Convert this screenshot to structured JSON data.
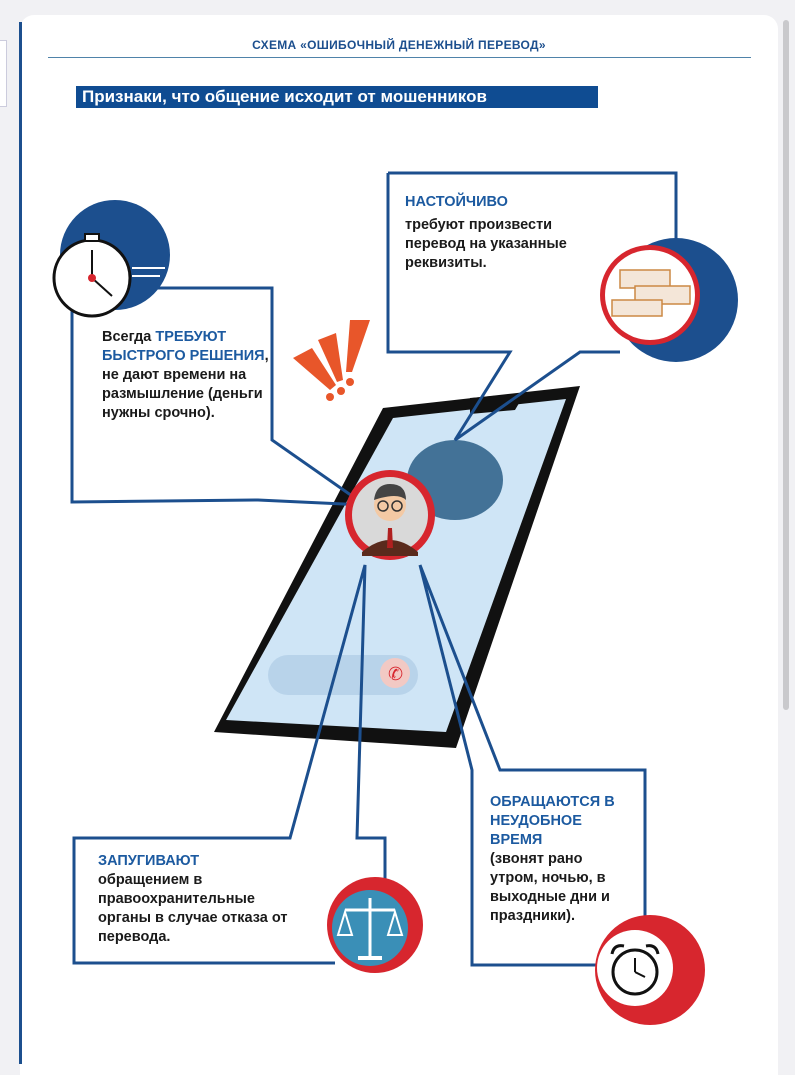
{
  "header": "СХЕМА «ОШИБОЧНЫЙ ДЕНЕЖНЫЙ ПЕРЕВОД»",
  "title": "Признаки, что общение исходит от мошенников",
  "cards": {
    "urgent": {
      "pre": "Всегда ",
      "highlight": "ТРЕБУЮТ БЫСТРОГО РЕШЕНИЯ",
      "post": ",",
      "body": "не дают времени на размышление (деньги нужны срочно).",
      "icon": "stopwatch-icon"
    },
    "insistent": {
      "heading": "НАСТОЙЧИВО",
      "body": "требуют произвести перевод на указанные реквизиты.",
      "icon": "money-icon"
    },
    "intimidate": {
      "heading": "ЗАПУГИВАЮТ",
      "body": "обращением в правоохранительные органы в случае отказа от перевода.",
      "icon": "scales-icon"
    },
    "inconvenient": {
      "heading": "ОБРАЩАЮТСЯ В НЕУДОБНОЕ ВРЕМЯ",
      "body": "(звонят рано утром, ночью, в выходные дни и праздники).",
      "icon": "alarm-clock-icon"
    }
  },
  "colors": {
    "blue": "#1c4f8e",
    "red": "#d7262e",
    "orange": "#e8562a",
    "screen": "#cfe5f6"
  }
}
